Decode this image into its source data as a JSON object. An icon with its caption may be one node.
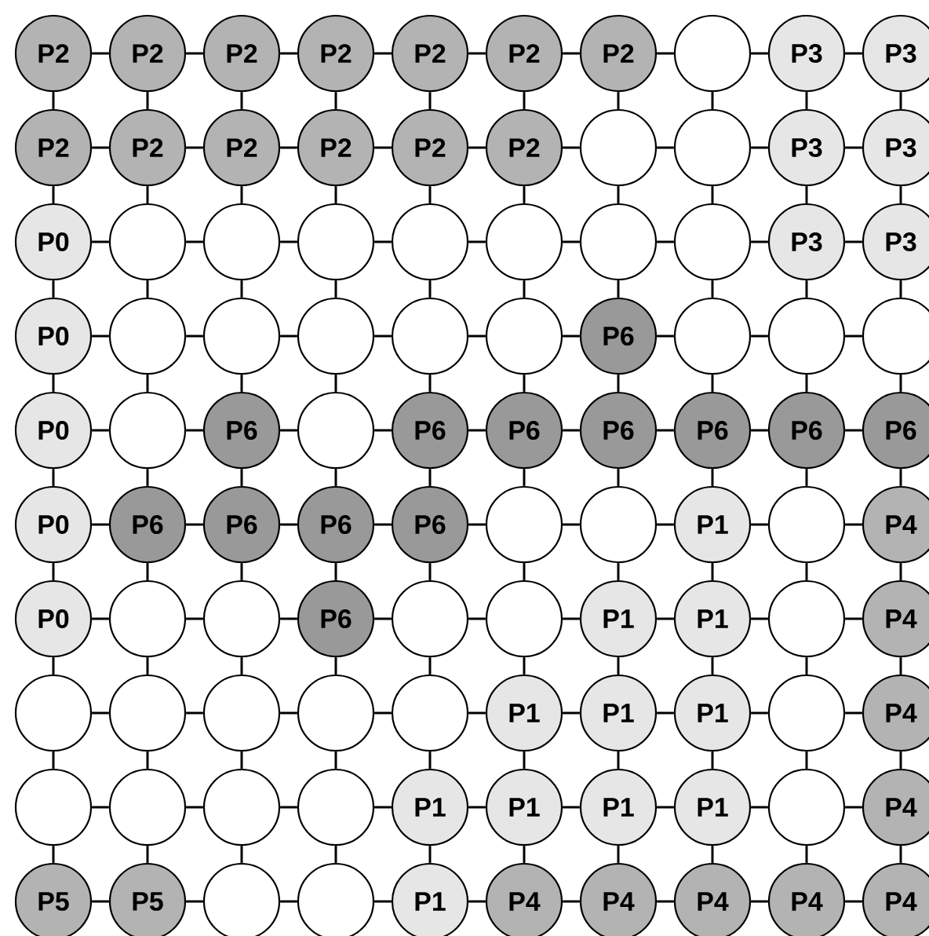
{
  "diagram": {
    "nodes": [
      {
        "text": [
          "P2"
        ]
      },
      {
        "text": [
          "P2"
        ]
      },
      {
        "text": [
          "P2"
        ]
      },
      {
        "text": [
          "P2"
        ]
      },
      {
        "text": [
          "P2"
        ]
      },
      {
        "text": [
          "P2"
        ]
      },
      {
        "text": [
          "P2"
        ]
      },
      {
        "text": [],
        "shape": "circle"
      },
      {
        "text": [
          "P3"
        ]
      },
      {
        "text": [
          "P3"
        ]
      },
      {
        "text": [
          "P2"
        ]
      },
      {
        "text": [
          "P2"
        ]
      },
      {
        "text": [
          "P2"
        ]
      },
      {
        "text": [
          "P2"
        ]
      },
      {
        "text": [
          "P2"
        ]
      },
      {
        "text": [
          "P2"
        ]
      },
      {
        "text": [],
        "shape": "circle"
      },
      {
        "text": [],
        "shape": "circle"
      },
      {
        "text": [
          "P3"
        ]
      },
      {
        "text": [
          "P3"
        ]
      },
      {
        "text": [
          "P0"
        ]
      },
      {
        "text": [],
        "shape": "circle"
      },
      {
        "text": [],
        "shape": "circle"
      },
      {
        "text": [],
        "shape": "circle"
      },
      {
        "text": [],
        "shape": "circle"
      },
      {
        "text": [],
        "shape": "circle"
      },
      {
        "text": [],
        "shape": "circle"
      },
      {
        "text": [],
        "shape": "circle"
      },
      {
        "text": [
          "P3"
        ]
      },
      {
        "text": [
          "P3"
        ]
      },
      {
        "text": [
          "P0"
        ]
      },
      {
        "text": [],
        "shape": "circle"
      },
      {
        "text": [],
        "shape": "circle"
      },
      {
        "text": [],
        "shape": "circle"
      },
      {
        "text": [],
        "shape": "circle"
      },
      {
        "text": [],
        "shape": "circle"
      },
      {
        "text": [
          "P6"
        ]
      },
      {
        "text": [],
        "shape": "circle"
      },
      {
        "text": [],
        "shape": "circle"
      },
      {
        "text": [],
        "shape": "circle"
      },
      {
        "text": [
          "P0"
        ]
      },
      {
        "text": [],
        "shape": "circle"
      },
      {
        "text": [
          "P6"
        ]
      },
      {
        "text": [],
        "shape": "circle"
      },
      {
        "text": [
          "P6"
        ]
      },
      {
        "text": [
          "P6"
        ]
      },
      {
        "text": [
          "P6"
        ]
      },
      {
        "text": [
          "P6"
        ]
      },
      {
        "text": [
          "P6"
        ]
      },
      {
        "text": [
          "P6"
        ]
      },
      {
        "text": [
          "P0"
        ]
      },
      {
        "text": [
          "P6"
        ]
      },
      {
        "text": [
          "P6"
        ]
      },
      {
        "text": [
          "P6"
        ]
      },
      {
        "text": [
          "P6"
        ]
      },
      {
        "text": [],
        "shape": "circle"
      },
      {
        "text": [],
        "shape": "circle"
      },
      {
        "text": [
          "P1"
        ]
      },
      {
        "text": [],
        "shape": "circle"
      },
      {
        "text": [
          "P4"
        ]
      },
      {
        "text": [
          "P0"
        ]
      },
      {
        "text": [],
        "shape": "circle"
      },
      {
        "text": [],
        "shape": "circle"
      },
      {
        "text": [
          "P6"
        ]
      },
      {
        "text": [],
        "shape": "circle"
      },
      {
        "text": [],
        "shape": "circle"
      },
      {
        "text": [
          "P1"
        ]
      },
      {
        "text": [
          "P1"
        ]
      },
      {
        "text": [],
        "shape": "circle"
      },
      {
        "text": [
          "P4"
        ]
      },
      {
        "text": [],
        "shape": "circle"
      },
      {
        "text": [],
        "shape": "circle"
      },
      {
        "text": [],
        "shape": "circle"
      },
      {
        "text": [],
        "shape": "circle"
      },
      {
        "text": [],
        "shape": "circle"
      },
      {
        "text": [
          "P1"
        ]
      },
      {
        "text": [
          "P1"
        ]
      },
      {
        "text": [
          "P1"
        ]
      },
      {
        "text": [],
        "shape": "circle"
      },
      {
        "text": [
          "P4"
        ]
      },
      {
        "text": [],
        "shape": "circle"
      },
      {
        "text": [],
        "shape": "circle"
      },
      {
        "text": [],
        "shape": "circle"
      },
      {
        "text": [],
        "shape": "circle"
      },
      {
        "text": [
          "P1"
        ]
      },
      {
        "text": [
          "P1"
        ]
      },
      {
        "text": [
          "P1"
        ]
      },
      {
        "text": [
          "P1"
        ]
      },
      {
        "text": [],
        "shape": "circle"
      },
      {
        "text": [
          "P4"
        ]
      },
      {
        "text": [
          "P5"
        ]
      },
      {
        "text": [
          "P5"
        ]
      },
      {
        "text": [],
        "shape": "circle"
      },
      {
        "text": [],
        "shape": "circle"
      },
      {
        "text": [
          "P1"
        ]
      },
      {
        "text": [
          "P4"
        ]
      },
      {
        "text": [
          "P4"
        ]
      },
      {
        "text": [
          "P4"
        ]
      },
      {
        "text": [
          "P4"
        ]
      },
      {
        "text": [
          "P4"
        ]
      }
    ],
    "edges": [
      {
        "from": 0,
        "to": 1,
        "arrow": "none"
      },
      {
        "from": 1,
        "to": 2,
        "arrow": "none"
      },
      {
        "from": 2,
        "to": 3,
        "arrow": "none"
      },
      {
        "from": 3,
        "to": 4,
        "arrow": "none"
      },
      {
        "from": 4,
        "to": 5,
        "arrow": "none"
      },
      {
        "from": 5,
        "to": 6,
        "arrow": "none"
      },
      {
        "from": 6,
        "to": 7,
        "arrow": "none"
      },
      {
        "from": 7,
        "to": 8,
        "arrow": "none"
      },
      {
        "from": 8,
        "to": 9,
        "arrow": "none"
      },
      {
        "from": 10,
        "to": 11,
        "arrow": "none"
      },
      {
        "from": 11,
        "to": 12,
        "arrow": "none"
      },
      {
        "from": 12,
        "to": 13,
        "arrow": "none"
      },
      {
        "from": 13,
        "to": 14,
        "arrow": "none"
      },
      {
        "from": 14,
        "to": 15,
        "arrow": "none"
      },
      {
        "from": 15,
        "to": 16,
        "arrow": "none"
      },
      {
        "from": 16,
        "to": 17,
        "arrow": "none"
      },
      {
        "from": 17,
        "to": 18,
        "arrow": "none"
      },
      {
        "from": 18,
        "to": 19,
        "arrow": "none"
      },
      {
        "from": 20,
        "to": 21,
        "arrow": "none"
      },
      {
        "from": 21,
        "to": 22,
        "arrow": "none"
      },
      {
        "from": 22,
        "to": 23,
        "arrow": "none"
      },
      {
        "from": 23,
        "to": 24,
        "arrow": "none"
      },
      {
        "from": 24,
        "to": 25,
        "arrow": "none"
      },
      {
        "from": 25,
        "to": 26,
        "arrow": "none"
      },
      {
        "from": 26,
        "to": 27,
        "arrow": "none"
      },
      {
        "from": 27,
        "to": 28,
        "arrow": "none"
      },
      {
        "from": 28,
        "to": 29,
        "arrow": "none"
      },
      {
        "from": 30,
        "to": 31,
        "arrow": "none"
      },
      {
        "from": 31,
        "to": 32,
        "arrow": "none"
      },
      {
        "from": 32,
        "to": 33,
        "arrow": "none"
      },
      {
        "from": 33,
        "to": 34,
        "arrow": "none"
      },
      {
        "from": 34,
        "to": 35,
        "arrow": "none"
      },
      {
        "from": 35,
        "to": 36,
        "arrow": "none"
      },
      {
        "from": 36,
        "to": 37,
        "arrow": "none"
      },
      {
        "from": 37,
        "to": 38,
        "arrow": "none"
      },
      {
        "from": 38,
        "to": 39,
        "arrow": "none"
      },
      {
        "from": 40,
        "to": 41,
        "arrow": "none"
      },
      {
        "from": 41,
        "to": 42,
        "arrow": "none"
      },
      {
        "from": 42,
        "to": 43,
        "arrow": "none"
      },
      {
        "from": 43,
        "to": 44,
        "arrow": "none"
      },
      {
        "from": 44,
        "to": 45,
        "arrow": "none"
      },
      {
        "from": 45,
        "to": 46,
        "arrow": "none"
      },
      {
        "from": 46,
        "to": 47,
        "arrow": "none"
      },
      {
        "from": 47,
        "to": 48,
        "arrow": "none"
      },
      {
        "from": 48,
        "to": 49,
        "arrow": "none"
      },
      {
        "from": 50,
        "to": 51,
        "arrow": "none"
      },
      {
        "from": 51,
        "to": 52,
        "arrow": "none"
      },
      {
        "from": 52,
        "to": 53,
        "arrow": "none"
      },
      {
        "from": 53,
        "to": 54,
        "arrow": "none"
      },
      {
        "from": 54,
        "to": 55,
        "arrow": "none"
      },
      {
        "from": 55,
        "to": 56,
        "arrow": "none"
      },
      {
        "from": 56,
        "to": 57,
        "arrow": "none"
      },
      {
        "from": 57,
        "to": 58,
        "arrow": "none"
      },
      {
        "from": 58,
        "to": 59,
        "arrow": "none"
      },
      {
        "from": 60,
        "to": 61,
        "arrow": "none"
      },
      {
        "from": 61,
        "to": 62,
        "arrow": "none"
      },
      {
        "from": 62,
        "to": 63,
        "arrow": "none"
      },
      {
        "from": 63,
        "to": 64,
        "arrow": "none"
      },
      {
        "from": 64,
        "to": 65,
        "arrow": "none"
      },
      {
        "from": 65,
        "to": 66,
        "arrow": "none"
      },
      {
        "from": 66,
        "to": 67,
        "arrow": "none"
      },
      {
        "from": 67,
        "to": 68,
        "arrow": "none"
      },
      {
        "from": 68,
        "to": 69,
        "arrow": "none"
      },
      {
        "from": 70,
        "to": 71,
        "arrow": "none"
      },
      {
        "from": 71,
        "to": 72,
        "arrow": "none"
      },
      {
        "from": 72,
        "to": 73,
        "arrow": "none"
      },
      {
        "from": 73,
        "to": 74,
        "arrow": "none"
      },
      {
        "from": 74,
        "to": 75,
        "arrow": "none"
      },
      {
        "from": 75,
        "to": 76,
        "arrow": "none"
      },
      {
        "from": 76,
        "to": 77,
        "arrow": "none"
      },
      {
        "from": 77,
        "to": 78,
        "arrow": "none"
      },
      {
        "from": 78,
        "to": 79,
        "arrow": "none"
      },
      {
        "from": 80,
        "to": 81,
        "arrow": "none"
      },
      {
        "from": 81,
        "to": 82,
        "arrow": "none"
      },
      {
        "from": 82,
        "to": 83,
        "arrow": "none"
      },
      {
        "from": 83,
        "to": 84,
        "arrow": "none"
      },
      {
        "from": 84,
        "to": 85,
        "arrow": "none"
      },
      {
        "from": 85,
        "to": 86,
        "arrow": "none"
      },
      {
        "from": 86,
        "to": 87,
        "arrow": "none"
      },
      {
        "from": 87,
        "to": 88,
        "arrow": "none"
      },
      {
        "from": 88,
        "to": 89,
        "arrow": "none"
      },
      {
        "from": 90,
        "to": 91,
        "arrow": "none"
      },
      {
        "from": 91,
        "to": 92,
        "arrow": "none"
      },
      {
        "from": 92,
        "to": 93,
        "arrow": "none"
      },
      {
        "from": 93,
        "to": 94,
        "arrow": "none"
      },
      {
        "from": 94,
        "to": 95,
        "arrow": "none"
      },
      {
        "from": 95,
        "to": 96,
        "arrow": "none"
      },
      {
        "from": 96,
        "to": 97,
        "arrow": "none"
      },
      {
        "from": 97,
        "to": 98,
        "arrow": "none"
      },
      {
        "from": 98,
        "to": 99,
        "arrow": "none"
      },
      {
        "from": 0,
        "to": 10,
        "arrow": "none"
      },
      {
        "from": 1,
        "to": 11,
        "arrow": "none"
      },
      {
        "from": 2,
        "to": 12,
        "arrow": "none"
      },
      {
        "from": 3,
        "to": 13,
        "arrow": "none"
      },
      {
        "from": 4,
        "to": 14,
        "arrow": "none"
      },
      {
        "from": 5,
        "to": 15,
        "arrow": "none"
      },
      {
        "from": 6,
        "to": 16,
        "arrow": "none"
      },
      {
        "from": 7,
        "to": 17,
        "arrow": "none"
      },
      {
        "from": 8,
        "to": 18,
        "arrow": "none"
      },
      {
        "from": 9,
        "to": 19,
        "arrow": "none"
      },
      {
        "from": 10,
        "to": 20,
        "arrow": "none"
      },
      {
        "from": 11,
        "to": 21,
        "arrow": "none"
      },
      {
        "from": 12,
        "to": 22,
        "arrow": "none"
      },
      {
        "from": 13,
        "to": 23,
        "arrow": "none"
      },
      {
        "from": 14,
        "to": 24,
        "arrow": "none"
      },
      {
        "from": 15,
        "to": 25,
        "arrow": "none"
      },
      {
        "from": 16,
        "to": 26,
        "arrow": "none"
      },
      {
        "from": 17,
        "to": 27,
        "arrow": "none"
      },
      {
        "from": 18,
        "to": 28,
        "arrow": "none"
      },
      {
        "from": 19,
        "to": 29,
        "arrow": "none"
      },
      {
        "from": 20,
        "to": 30,
        "arrow": "none"
      },
      {
        "from": 21,
        "to": 31,
        "arrow": "none"
      },
      {
        "from": 22,
        "to": 32,
        "arrow": "none"
      },
      {
        "from": 23,
        "to": 33,
        "arrow": "none"
      },
      {
        "from": 24,
        "to": 34,
        "arrow": "none"
      },
      {
        "from": 25,
        "to": 35,
        "arrow": "none"
      },
      {
        "from": 26,
        "to": 36,
        "arrow": "none"
      },
      {
        "from": 27,
        "to": 37,
        "arrow": "none"
      },
      {
        "from": 28,
        "to": 38,
        "arrow": "none"
      },
      {
        "from": 29,
        "to": 39,
        "arrow": "none"
      },
      {
        "from": 30,
        "to": 40,
        "arrow": "none"
      },
      {
        "from": 31,
        "to": 41,
        "arrow": "none"
      },
      {
        "from": 32,
        "to": 42,
        "arrow": "none"
      },
      {
        "from": 33,
        "to": 43,
        "arrow": "none"
      },
      {
        "from": 34,
        "to": 44,
        "arrow": "none"
      },
      {
        "from": 35,
        "to": 45,
        "arrow": "none"
      },
      {
        "from": 36,
        "to": 46,
        "arrow": "none"
      },
      {
        "from": 37,
        "to": 47,
        "arrow": "none"
      },
      {
        "from": 38,
        "to": 48,
        "arrow": "none"
      },
      {
        "from": 39,
        "to": 49,
        "arrow": "none"
      },
      {
        "from": 40,
        "to": 50,
        "arrow": "none"
      },
      {
        "from": 41,
        "to": 51,
        "arrow": "none"
      },
      {
        "from": 42,
        "to": 52,
        "arrow": "none"
      },
      {
        "from": 43,
        "to": 53,
        "arrow": "none"
      },
      {
        "from": 44,
        "to": 54,
        "arrow": "none"
      },
      {
        "from": 45,
        "to": 55,
        "arrow": "none"
      },
      {
        "from": 46,
        "to": 56,
        "arrow": "none"
      },
      {
        "from": 47,
        "to": 57,
        "arrow": "none"
      },
      {
        "from": 48,
        "to": 58,
        "arrow": "none"
      },
      {
        "from": 49,
        "to": 59,
        "arrow": "none"
      },
      {
        "from": 50,
        "to": 60,
        "arrow": "none"
      },
      {
        "from": 51,
        "to": 61,
        "arrow": "none"
      },
      {
        "from": 52,
        "to": 62,
        "arrow": "none"
      },
      {
        "from": 53,
        "to": 63,
        "arrow": "none"
      },
      {
        "from": 54,
        "to": 64,
        "arrow": "none"
      },
      {
        "from": 55,
        "to": 65,
        "arrow": "none"
      },
      {
        "from": 56,
        "to": 66,
        "arrow": "none"
      },
      {
        "from": 57,
        "to": 67,
        "arrow": "none"
      },
      {
        "from": 58,
        "to": 68,
        "arrow": "none"
      },
      {
        "from": 59,
        "to": 69,
        "arrow": "none"
      },
      {
        "from": 60,
        "to": 70,
        "arrow": "none"
      },
      {
        "from": 61,
        "to": 71,
        "arrow": "none"
      },
      {
        "from": 62,
        "to": 72,
        "arrow": "none"
      },
      {
        "from": 63,
        "to": 73,
        "arrow": "none"
      },
      {
        "from": 64,
        "to": 74,
        "arrow": "none"
      },
      {
        "from": 65,
        "to": 75,
        "arrow": "none"
      },
      {
        "from": 66,
        "to": 76,
        "arrow": "none"
      },
      {
        "from": 67,
        "to": 77,
        "arrow": "none"
      },
      {
        "from": 68,
        "to": 78,
        "arrow": "none"
      },
      {
        "from": 69,
        "to": 79,
        "arrow": "none"
      },
      {
        "from": 70,
        "to": 80,
        "arrow": "none"
      },
      {
        "from": 71,
        "to": 81,
        "arrow": "none"
      },
      {
        "from": 72,
        "to": 82,
        "arrow": "none"
      },
      {
        "from": 73,
        "to": 83,
        "arrow": "none"
      },
      {
        "from": 74,
        "to": 84,
        "arrow": "none"
      },
      {
        "from": 75,
        "to": 85,
        "arrow": "none"
      },
      {
        "from": 76,
        "to": 86,
        "arrow": "none"
      },
      {
        "from": 77,
        "to": 87,
        "arrow": "none"
      },
      {
        "from": 78,
        "to": 88,
        "arrow": "none"
      },
      {
        "from": 79,
        "to": 89,
        "arrow": "none"
      },
      {
        "from": 80,
        "to": 90,
        "arrow": "none"
      },
      {
        "from": 81,
        "to": 91,
        "arrow": "none"
      },
      {
        "from": 82,
        "to": 92,
        "arrow": "none"
      },
      {
        "from": 83,
        "to": 93,
        "arrow": "none"
      },
      {
        "from": 84,
        "to": 94,
        "arrow": "none"
      },
      {
        "from": 85,
        "to": 95,
        "arrow": "none"
      },
      {
        "from": 86,
        "to": 96,
        "arrow": "none"
      },
      {
        "from": 87,
        "to": 97,
        "arrow": "none"
      },
      {
        "from": 88,
        "to": 98,
        "arrow": "none"
      },
      {
        "from": 89,
        "to": 99,
        "arrow": "none"
      }
    ]
  }
}
